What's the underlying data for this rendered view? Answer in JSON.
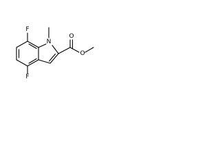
{
  "structure": {
    "atoms": {
      "fluorine_top": "F",
      "nitrogen": "N",
      "fluorine_bottom": "F",
      "oxygen_ester": "O",
      "oxygen_carbonyl": "O"
    }
  }
}
